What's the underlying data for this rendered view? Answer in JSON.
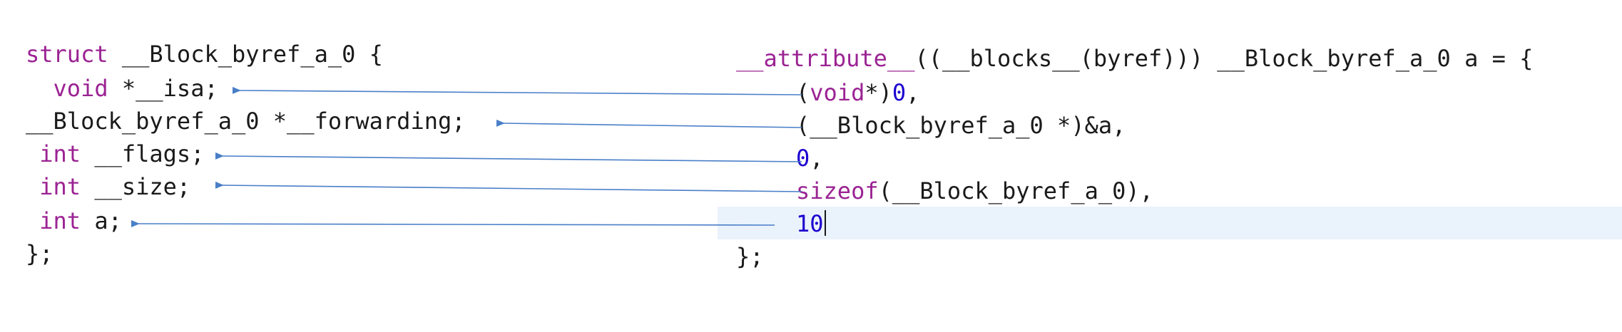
{
  "left_code": {
    "lines": [
      {
        "kw": "struct",
        "text": " __Block_byref_a_0 {"
      },
      {
        "pre": "  ",
        "kw": "void",
        "text": " *__isa;"
      },
      {
        "text": "__Block_byref_a_0 *__forwarding;"
      },
      {
        "pre": " ",
        "kw": "int",
        "text": " __flags;"
      },
      {
        "pre": " ",
        "kw": "int",
        "text": " __size;"
      },
      {
        "pre": " ",
        "kw": "int",
        "text": " a;"
      },
      {
        "text": "};"
      }
    ]
  },
  "right_code": {
    "line0": {
      "kw": "__attribute__",
      "text": "((__blocks__(byref))) __Block_byref_a_0 a = {"
    },
    "line1": {
      "p1": "(",
      "kw": "void",
      "p2": "*)",
      "num": "0",
      "p3": ","
    },
    "line2": {
      "text": "(__Block_byref_a_0 *)&a,"
    },
    "line3": {
      "num": "0",
      "text": ","
    },
    "line4": {
      "kw": "sizeof",
      "text": "(__Block_byref_a_0),"
    },
    "line5": {
      "num": "10"
    },
    "line6": {
      "text": "};"
    }
  },
  "colors": {
    "keyword": "#9b2393",
    "number": "#1c00cf",
    "arrow": "#4a7fc8",
    "highlight": "#eaf2fc"
  }
}
